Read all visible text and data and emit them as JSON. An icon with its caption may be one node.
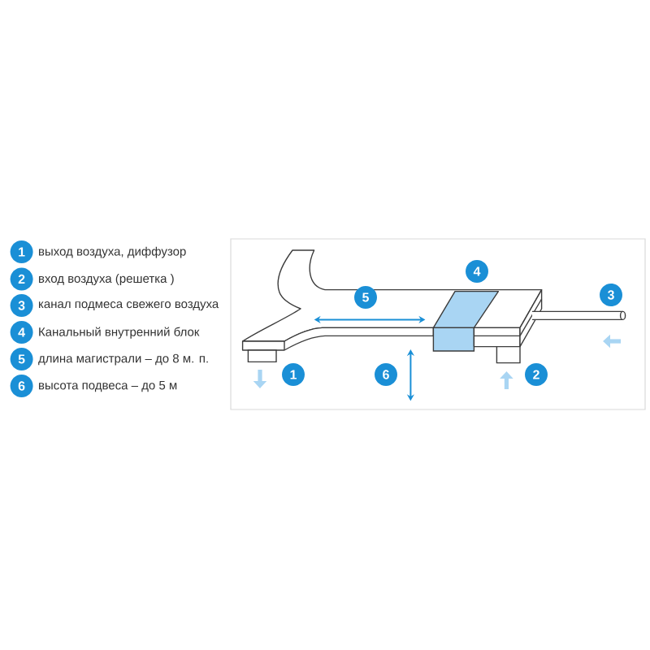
{
  "diagram": {
    "nodes": [
      {
        "text": [
          "1"
        ],
        "beside": [
          "выход воздуха, диффузор"
        ]
      },
      {
        "text": [
          "2"
        ],
        "beside": [
          "вход воздуха (решетка )"
        ]
      },
      {
        "text": [
          "3"
        ],
        "beside": [
          "канал подмеса свежего воздуха"
        ]
      },
      {
        "text": [
          "4"
        ],
        "beside": [
          "Канальный внутренний блок"
        ]
      },
      {
        "text": [
          "5"
        ],
        "beside": [
          "длина магистрали – до 8 м. п."
        ]
      },
      {
        "text": [
          "6"
        ],
        "beside": [
          "высота подвеса – до 5 м"
        ]
      },
      {
        "text": [
          "4"
        ]
      },
      {
        "text": [
          "5"
        ]
      },
      {
        "text": [
          "3"
        ]
      },
      {
        "text": [
          "1"
        ]
      },
      {
        "text": [
          "6"
        ]
      },
      {
        "text": [
          "2"
        ]
      }
    ]
  }
}
